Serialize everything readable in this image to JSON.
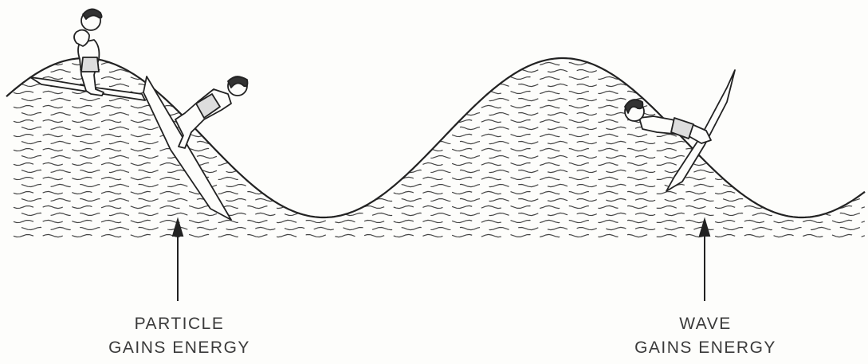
{
  "diagram": {
    "labels": {
      "left": {
        "line1": "PARTICLE",
        "line2": "GAINS ENERGY"
      },
      "right": {
        "line1": "WAVE",
        "line2": "GAINS ENERGY"
      }
    },
    "elements": {
      "wave": "wave-icon",
      "surfer_standing": "standing-surfer-icon",
      "surfer_sliding": "sliding-surfer-icon",
      "surfer_climbing": "climbing-surfer-icon",
      "arrow": "up-arrow-icon"
    },
    "colors": {
      "ink": "#333333",
      "paper": "#fdfdfb"
    }
  }
}
